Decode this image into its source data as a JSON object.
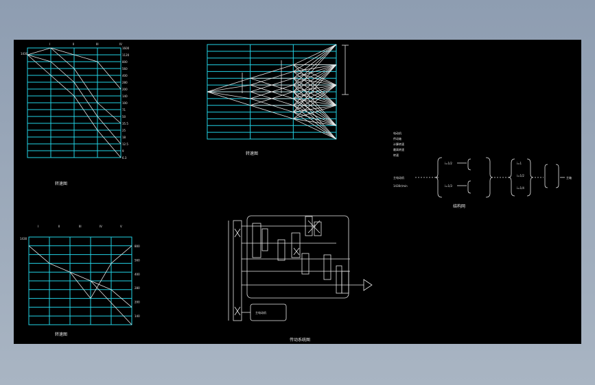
{
  "colors": {
    "canvas": "#000000",
    "grid": "#22d3e6",
    "line": "#e8e8e8",
    "frame": "#9aa8b8"
  },
  "captions": {
    "speed_chart_1": "转速图",
    "speed_chart_2": "转速图",
    "spectrum": "转速图",
    "transmission": "传动系统图",
    "structure": "结构网"
  },
  "chart1": {
    "top_marks": [
      "I",
      "II",
      "III",
      "IV"
    ],
    "left_value": "1430",
    "right_values": [
      "1600",
      "1120",
      "800",
      "560",
      "400",
      "280",
      "200",
      "140",
      "100",
      "71",
      "50",
      "35.5",
      "25",
      "18",
      "12.5",
      "9",
      "6.3"
    ]
  },
  "chart2": {
    "top_marks": [
      "I",
      "II",
      "III",
      "IV",
      "V"
    ],
    "left_value": "1430",
    "right_values": [
      "800",
      "560",
      "400",
      "280",
      "200",
      "140"
    ]
  },
  "notes": {
    "left_col": [
      "电动机",
      "传动轴",
      "计算转速",
      "最高转速",
      "转速"
    ],
    "tree_left": [
      "主电动机",
      "1430r/min"
    ],
    "tree_b1": [
      "i=1/2",
      "i=1/3"
    ],
    "tree_b2": [
      "i=1",
      "i=1/2",
      "i=1/4"
    ],
    "tree_out": [
      "主轴"
    ]
  },
  "motor_box": "主电动机"
}
